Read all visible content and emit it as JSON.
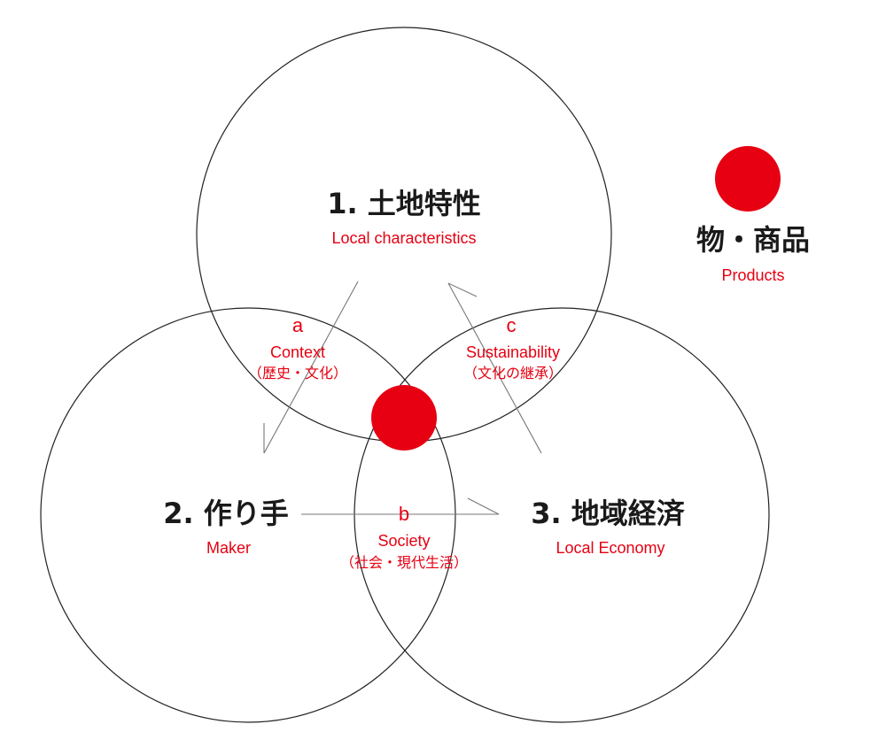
{
  "colors": {
    "accent": "#e60012",
    "ink": "#1a1a1a",
    "line": "#222222"
  },
  "circles": {
    "c1": {
      "title": "1. 土地特性",
      "subtitle": "Local characteristics"
    },
    "c2": {
      "title": "2. 作り手",
      "subtitle": "Maker"
    },
    "c3": {
      "title": "3. 地域経済",
      "subtitle": "Local Economy"
    }
  },
  "overlaps": {
    "a": {
      "letter": "a",
      "label": "Context",
      "jp": "（歴史・文化）"
    },
    "b": {
      "letter": "b",
      "label": "Society",
      "jp": "（社会・現代生活）"
    },
    "c": {
      "letter": "c",
      "label": "Sustainability",
      "jp": "（文化の継承）"
    }
  },
  "legend": {
    "title": "物・商品",
    "subtitle": "Products"
  }
}
